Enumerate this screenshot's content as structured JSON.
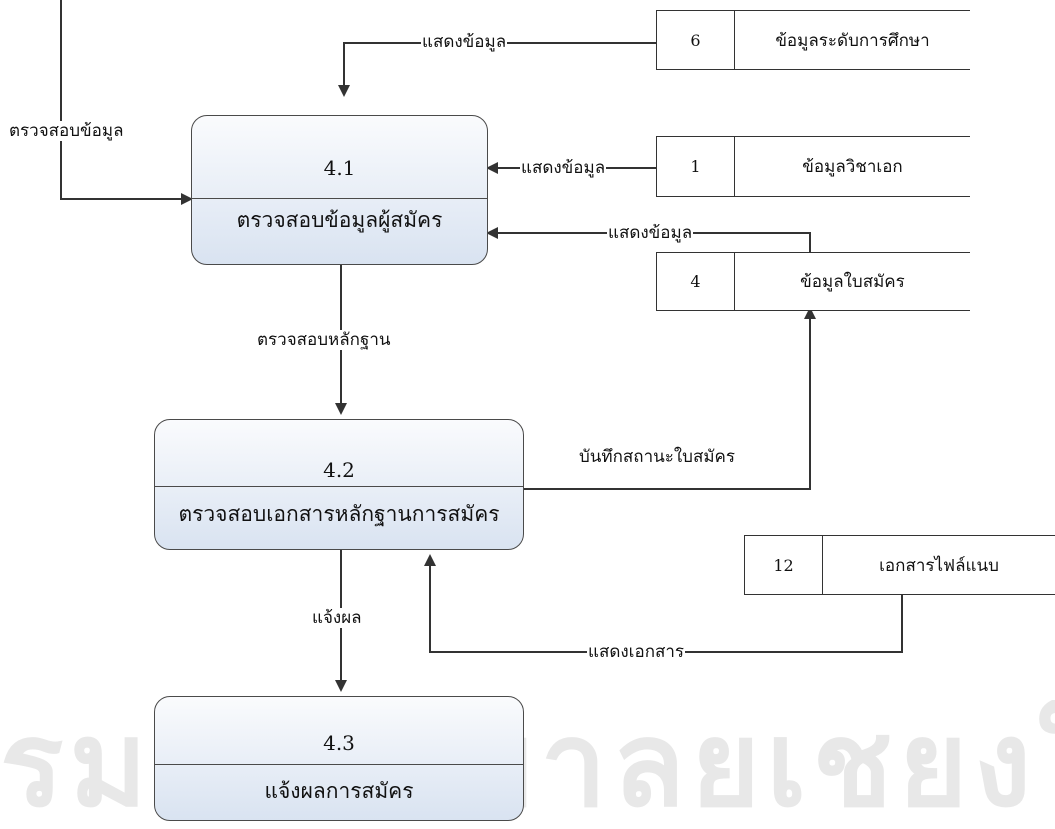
{
  "watermark": {
    "text": "รมหาวทยาลยเชยงใ"
  },
  "processes": [
    {
      "id": "4.1",
      "name": "ตรวจสอบข้อมูลผู้สมัคร"
    },
    {
      "id": "4.2",
      "name": "ตรวจสอบเอกสารหลักฐานการสมัคร"
    },
    {
      "id": "4.3",
      "name": "แจ้งผลการสมัคร"
    }
  ],
  "stores": [
    {
      "id": "6",
      "name": "ข้อมูลระดับการศึกษา"
    },
    {
      "id": "1",
      "name": "ข้อมูลวิชาเอก"
    },
    {
      "id": "4",
      "name": "ข้อมูลใบสมัคร"
    },
    {
      "id": "12",
      "name": "เอกสารไฟล์แนบ"
    }
  ],
  "flows": {
    "check_data": "ตรวจสอบข้อมูล",
    "show_data_6": "แสดงข้อมูล",
    "show_data_1": "แสดงข้อมูล",
    "show_data_4": "แสดงข้อมูล",
    "check_evidence": "ตรวจสอบหลักฐาน",
    "save_status": "บันทึกสถานะใบสมัคร",
    "notify": "แจ้งผล",
    "show_docs": "แสดงเอกสาร"
  },
  "colors": {
    "line": "#333333",
    "process_border": "#4a4a4a",
    "process_fill_top": "#fafbfd",
    "process_fill_bottom": "#d9e3f1"
  }
}
